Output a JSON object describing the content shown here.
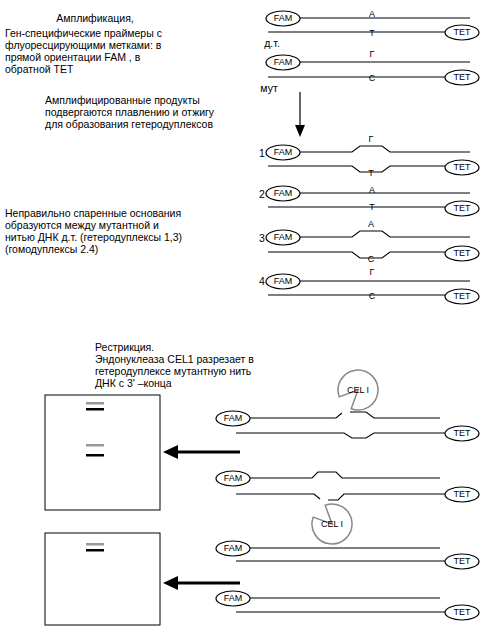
{
  "diagram": {
    "nodes": [
      {
        "text": [
          "FAM"
        ]
      },
      {
        "text": [
          "TET"
        ]
      },
      {
        "text": [
          "FAM"
        ]
      },
      {
        "text": [
          "TET"
        ]
      },
      {
        "text": [
          "FAM"
        ]
      },
      {
        "text": [
          "TET"
        ]
      },
      {
        "text": [
          "FAM"
        ]
      },
      {
        "text": [
          "TET"
        ]
      },
      {
        "text": [
          "FAM"
        ]
      },
      {
        "text": [
          "TET"
        ]
      },
      {
        "text": [
          "FAM"
        ]
      },
      {
        "text": [
          "TET"
        ]
      },
      {
        "text": [
          "CEL I"
        ]
      },
      {
        "text": [
          "FAM"
        ]
      },
      {
        "text": [
          "TET"
        ]
      },
      {
        "text": [
          "FAM"
        ]
      },
      {
        "text": [
          "TET"
        ]
      },
      {
        "text": [
          "CEL I"
        ]
      },
      {
        "text": [
          "FAM"
        ]
      },
      {
        "text": [
          "TET"
        ]
      },
      {
        "text": [
          "FAM"
        ]
      },
      {
        "text": [
          "TET"
        ]
      }
    ],
    "labels": [
      "Амплификация,",
      "Ген-специфические праймеры с флуоресцирующими метками: в прямой ориентации FAM , в обратной TET",
      "А",
      "д.т.",
      "Т",
      "Г",
      "мут",
      "С",
      "Амплифицированные продукты подвергаются плавлению и отжигу для образования гетеродуплексов",
      "1",
      "Г",
      "Т",
      "2",
      "А",
      "Т",
      "Неправильно спаренные основания образуются между мутантной и нитью ДНК д.т. (гетеродуплексы 1,3) (гомодуплексы 2.4)",
      "3",
      "А",
      "С",
      "4",
      "Г",
      "С",
      "Рестрикция.",
      "Эндонуклеаза CEL1 разрезает в гетеродуплексе мутантную нить ДНК с 3' –конца"
    ]
  }
}
